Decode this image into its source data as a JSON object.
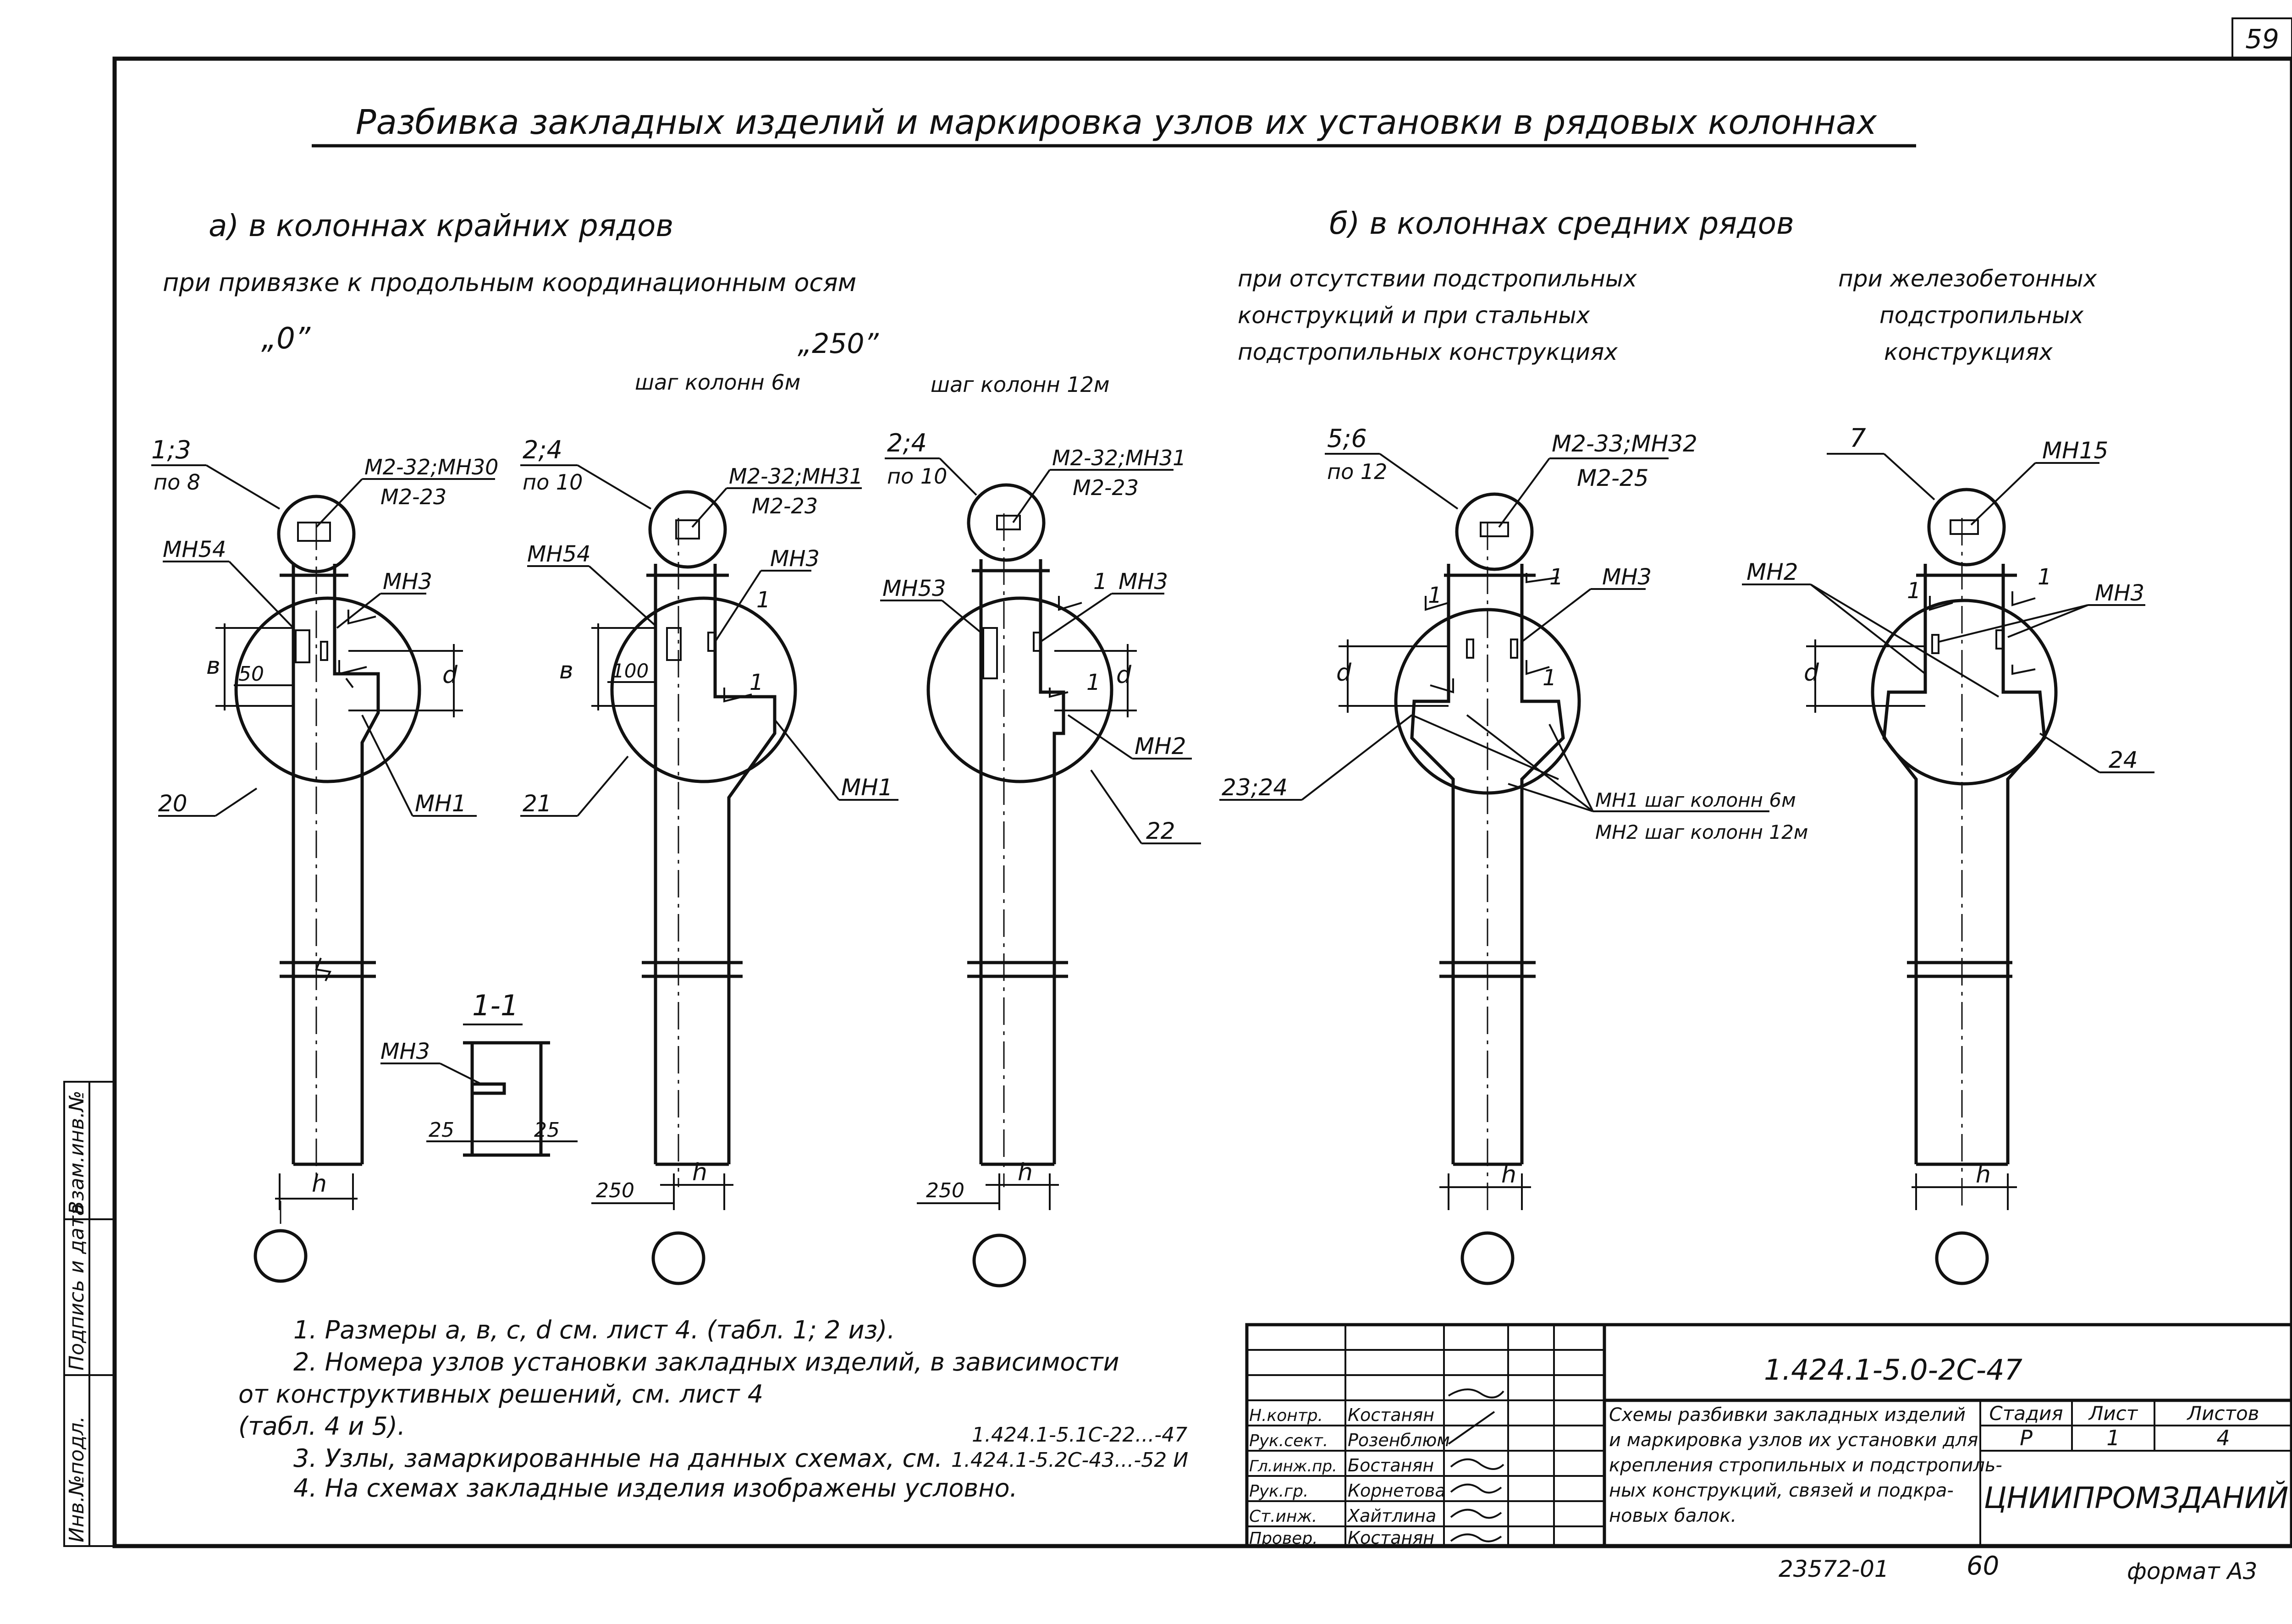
{
  "page_number": "59",
  "title": "Разбивка закладных изделий и маркировка узлов их установки в рядовых колоннах",
  "section_a": {
    "heading": "а) в колоннах крайних рядов",
    "sub": "при привязке к продольным координационным осям",
    "zero_label": "„0”",
    "label_250": "„250”",
    "step6": "шаг колонн 6м",
    "step12": "шаг колонн 12м"
  },
  "section_b": {
    "heading": "б) в колоннах средних рядов",
    "left_l1": "при отсутствии подстропильных",
    "left_l2": "конструкций и при стальных",
    "left_l3": "подстропильных конструкциях",
    "right_l1": "при железобетонных",
    "right_l2": "подстропильных",
    "right_l3": "конструкциях"
  },
  "columns": [
    {
      "node": "1;3",
      "sub": "по 8",
      "top": "М2-32;МН30",
      "top2": "М2-23",
      "left": "МН54",
      "right": "МН3",
      "dim": "50",
      "bottom": "МН1",
      "circle": "20",
      "base": "h"
    },
    {
      "node": "2;4",
      "sub": "по 10",
      "top": "М2-32;МН31",
      "top2": "М2-23",
      "left": "МН54",
      "right": "МН3",
      "dim": "100",
      "bottom": "МН1",
      "circle": "21",
      "base": "h",
      "offset": "250"
    },
    {
      "node": "2;4",
      "sub": "по 10",
      "top": "М2-32;МН31",
      "top2": "М2-23",
      "left": "МН53",
      "right": "МН3",
      "bottom": "МН2",
      "circle": "22",
      "base": "h",
      "offset": "250"
    },
    {
      "node": "5;6",
      "sub": "по 12",
      "top": "М2-33;МН32",
      "top2": "М2-25",
      "right": "МН3",
      "circle": "23;24",
      "base": "h",
      "note1": "МН1 шаг колонн 6м",
      "note2": "МН2 шаг колонн 12м"
    },
    {
      "node": "7",
      "top": "МН15",
      "left": "МН2",
      "right": "МН3",
      "circle": "24",
      "base": "h"
    }
  ],
  "dim_letters": {
    "b": "в",
    "d": "d",
    "one": "1"
  },
  "section_11": {
    "label": "1-1",
    "mark": "МН3",
    "d1": "25",
    "d2": "25"
  },
  "notes": [
    "1. Размеры а, в, с, d см. лист 4. (табл. 1; 2 из).",
    "2. Номера узлов установки закладных изделий, в зависимости",
    "от конструктивных решений, см. лист 4",
    "(табл. 4 и 5).",
    "3. Узлы, замаркированные на данных схемах, см.",
    "4. На схемах закладные изделия изображены условно."
  ],
  "ref1": "1.424.1-5.1С-22...-47",
  "ref2": "1.424.1-5.2С-43...-52 И",
  "doc_code": "1.424.1-5.0-2С-47",
  "doc_title": [
    "Схемы разбивки закладных изделий",
    "и маркировка узлов их установки для",
    "крепления стропильных и подстропиль-",
    "ных конструкций, связей и подкра-",
    "новых балок."
  ],
  "stage_hdr": "Стадия",
  "sheet_hdr": "Лист",
  "sheets_hdr": "Листов",
  "stage": "Р",
  "sheet": "1",
  "sheets": "4",
  "org": "ЦНИИПРОМЗДАНИЙ",
  "signers": [
    {
      "role": "Н.контр.",
      "name": "Костанян"
    },
    {
      "role": "Рук.сект.",
      "name": "Розенблюм"
    },
    {
      "role": "Гл.инж.пр.",
      "name": "Бостанян"
    },
    {
      "role": "Рук.гр.",
      "name": "Корнетова"
    },
    {
      "role": "Ст.инж.",
      "name": "Хайтлина"
    },
    {
      "role": "Провер.",
      "name": "Костанян"
    }
  ],
  "side_stamps": [
    "Инв.№подл.",
    "Подпись и дата",
    "Взам.инв.№"
  ],
  "footer_code": "23572-01",
  "footer_num": "60",
  "format": "формат А3"
}
